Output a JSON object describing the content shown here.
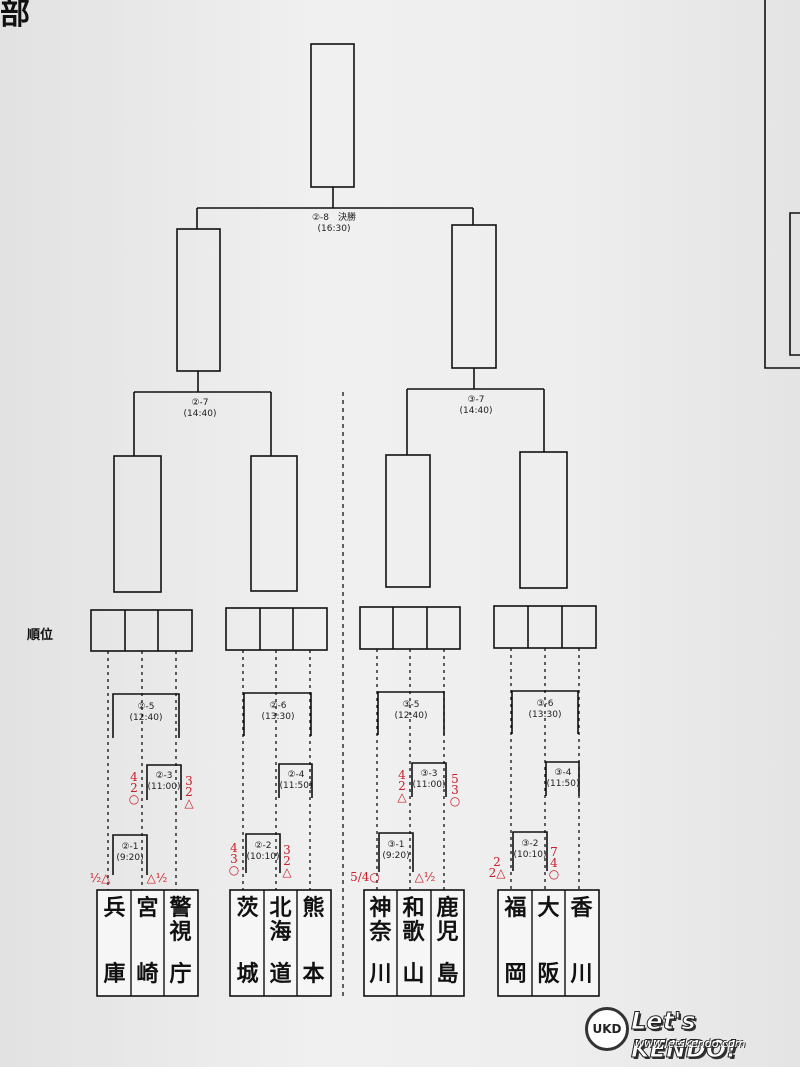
{
  "header": {
    "title_fragment": "部"
  },
  "rank_label": "順位",
  "matches": {
    "final": {
      "code": "②-8　決勝",
      "time": "(16:30)"
    },
    "m2_7": {
      "code": "②-7",
      "time": "(14:40)"
    },
    "m3_7": {
      "code": "③-7",
      "time": "(14:40)"
    },
    "m2_5": {
      "code": "②-5",
      "time": "(12:40)"
    },
    "m2_6": {
      "code": "②-6",
      "time": "(13:30)"
    },
    "m3_5": {
      "code": "③-5",
      "time": "(12:40)"
    },
    "m3_6": {
      "code": "③-6",
      "time": "(13:30)"
    },
    "m2_3": {
      "code": "②-3",
      "time": "(11:00)"
    },
    "m2_4": {
      "code": "②-4",
      "time": "(11:50)"
    },
    "m3_3": {
      "code": "③-3",
      "time": "(11:00)"
    },
    "m3_4": {
      "code": "③-4",
      "time": "(11:50)"
    },
    "m2_1": {
      "code": "②-1",
      "time": "(9:20)"
    },
    "m2_2": {
      "code": "②-2",
      "time": "(10:10)"
    },
    "m3_1": {
      "code": "③-1",
      "time": "(9:20)"
    },
    "m3_2": {
      "code": "③-2",
      "time": "(10:10)"
    }
  },
  "teams": [
    {
      "top": "兵",
      "bottom": "庫"
    },
    {
      "top": "宮",
      "bottom": "崎"
    },
    {
      "top": "警視",
      "bottom": "庁"
    },
    {
      "top": "茨",
      "bottom": "城"
    },
    {
      "top": "北海",
      "bottom": "道"
    },
    {
      "top": "熊",
      "bottom": "本"
    },
    {
      "top": "神奈",
      "bottom": "川"
    },
    {
      "top": "和歌",
      "bottom": "山"
    },
    {
      "top": "鹿児",
      "bottom": "島"
    },
    {
      "top": "福",
      "bottom": "岡"
    },
    {
      "top": "大",
      "bottom": "阪"
    },
    {
      "top": "香",
      "bottom": "川"
    }
  ],
  "handwritten": {
    "r2_3_left": "4\n2\n○",
    "r2_3_right": "3\n2\n△",
    "r2_4_left": "4\n3\n○",
    "r2_4_right": "3\n2\n△",
    "r3_3_left": "4\n2\n△",
    "r3_3_right": "5\n3\n○",
    "r3_4_right": "7\n4\n○",
    "r2_1_left": "½△",
    "r2_1_right": "△½",
    "r3_1_left": "5/4○",
    "r3_1_right": "△½",
    "r3_2_left": "2\n2△"
  },
  "colors": {
    "ink": "#111111",
    "annotation": "#c8202a"
  },
  "logo": {
    "mark": "UKD",
    "text": "Let's KENDO!",
    "url": "www.letskendo.com"
  }
}
